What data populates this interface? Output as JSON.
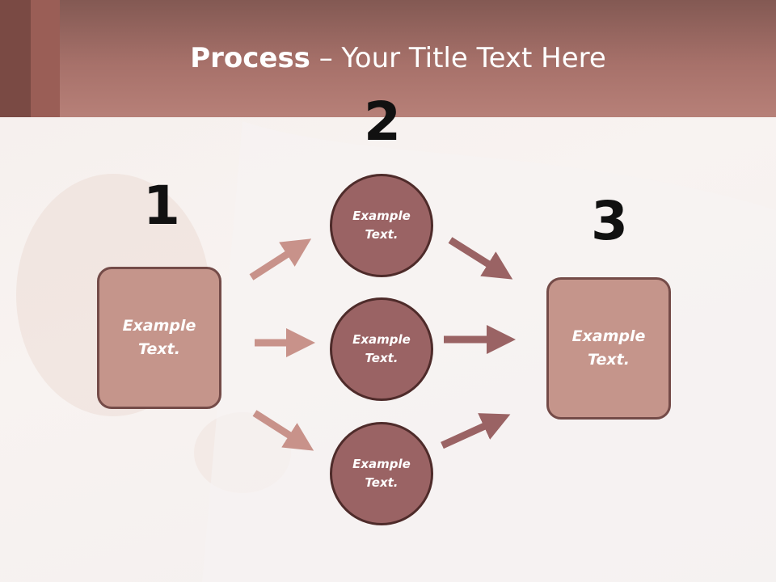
{
  "title": {
    "bold": "Process",
    "rest": " – Your Title Text Here"
  },
  "numbers": {
    "n1": "1",
    "n2": "2",
    "n3": "3"
  },
  "left_box": {
    "line1": "Example",
    "line2": "Text."
  },
  "right_box": {
    "line1": "Example",
    "line2": "Text."
  },
  "circles": [
    {
      "line1": "Example",
      "line2": "Text."
    },
    {
      "line1": "Example",
      "line2": "Text."
    },
    {
      "line1": "Example",
      "line2": "Text."
    }
  ],
  "colors": {
    "header": "#a7716a",
    "box_fill": "#c5958b",
    "circle_fill": "#9a6364",
    "arrow_left": "#c8928a",
    "arrow_right": "#9a6364"
  }
}
